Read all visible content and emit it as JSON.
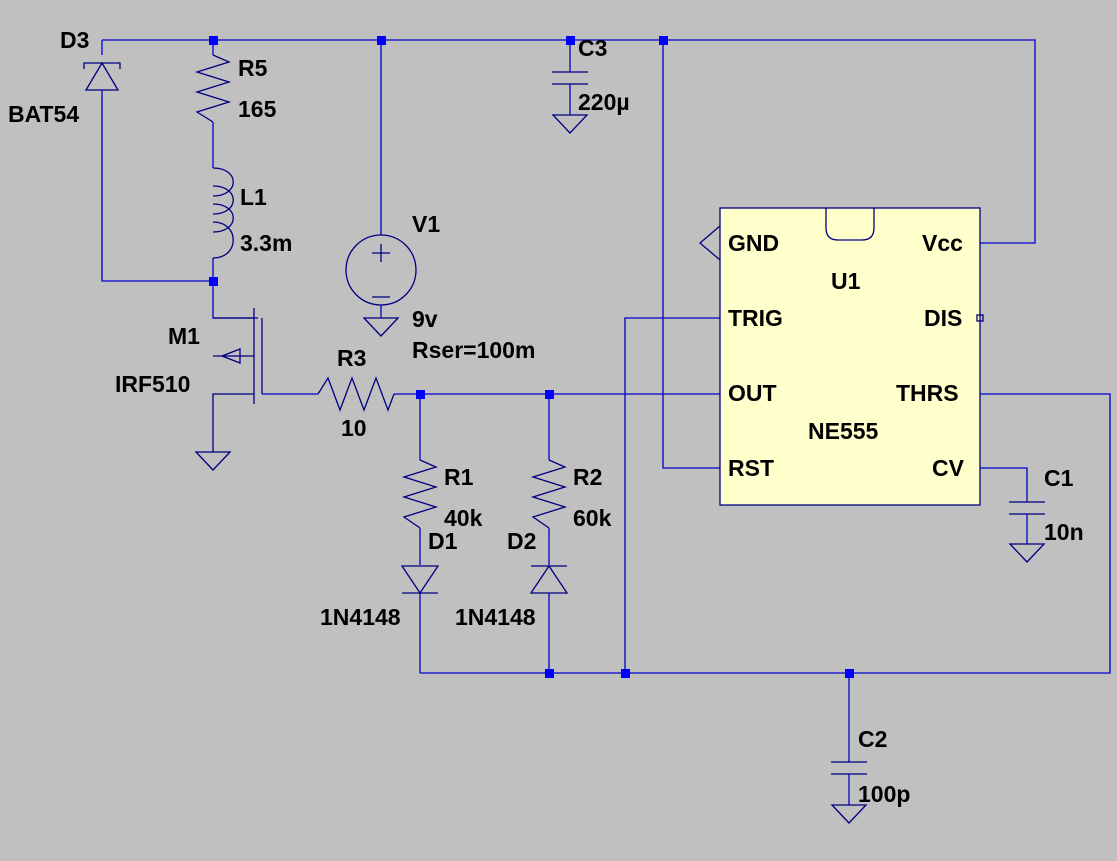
{
  "components": {
    "d3": {
      "ref": "D3",
      "value": "BAT54"
    },
    "r5": {
      "ref": "R5",
      "value": "165"
    },
    "c3": {
      "ref": "C3",
      "value": "220µ"
    },
    "l1": {
      "ref": "L1",
      "value": "3.3m"
    },
    "v1": {
      "ref": "V1",
      "value": "9v",
      "param": "Rser=100m"
    },
    "m1": {
      "ref": "M1",
      "value": "IRF510"
    },
    "r3": {
      "ref": "R3",
      "value": "10"
    },
    "r1": {
      "ref": "R1",
      "value": "40k"
    },
    "r2": {
      "ref": "R2",
      "value": "60k"
    },
    "d1": {
      "ref": "D1",
      "value": "1N4148"
    },
    "d2": {
      "ref": "D2",
      "value": "1N4148"
    },
    "c1": {
      "ref": "C1",
      "value": "10n"
    },
    "c2": {
      "ref": "C2",
      "value": "100p"
    },
    "u1": {
      "ref": "U1",
      "value": "NE555",
      "pins": {
        "gnd": "GND",
        "vcc": "Vcc",
        "trig": "TRIG",
        "dis": "DIS",
        "out": "OUT",
        "thrs": "THRS",
        "rst": "RST",
        "cv": "CV"
      }
    }
  },
  "colors": {
    "background": "#c0c0c0",
    "wire": "#0000cc",
    "junction": "#0000ff",
    "ic_body": "#ffffcc"
  }
}
